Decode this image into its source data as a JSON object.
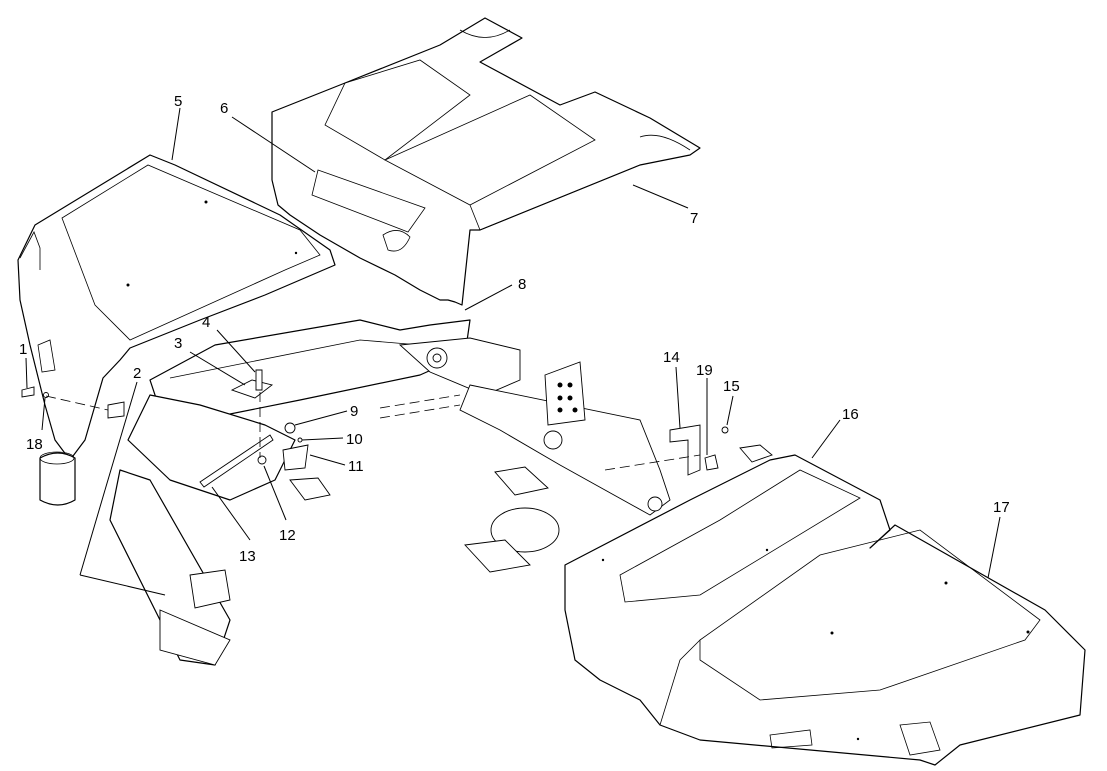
{
  "diagram": {
    "callouts": [
      {
        "id": "c1",
        "text": "1"
      },
      {
        "id": "c2",
        "text": "2"
      },
      {
        "id": "c3",
        "text": "3"
      },
      {
        "id": "c4",
        "text": "4"
      },
      {
        "id": "c5",
        "text": "5"
      },
      {
        "id": "c6",
        "text": "6"
      },
      {
        "id": "c7",
        "text": "7"
      },
      {
        "id": "c8",
        "text": "8"
      },
      {
        "id": "c9",
        "text": "9"
      },
      {
        "id": "c10",
        "text": "10"
      },
      {
        "id": "c11",
        "text": "11"
      },
      {
        "id": "c12",
        "text": "12"
      },
      {
        "id": "c13",
        "text": "13"
      },
      {
        "id": "c14",
        "text": "14"
      },
      {
        "id": "c15",
        "text": "15"
      },
      {
        "id": "c16",
        "text": "16"
      },
      {
        "id": "c17",
        "text": "17"
      },
      {
        "id": "c18",
        "text": "18"
      },
      {
        "id": "c19",
        "text": "19"
      }
    ]
  }
}
